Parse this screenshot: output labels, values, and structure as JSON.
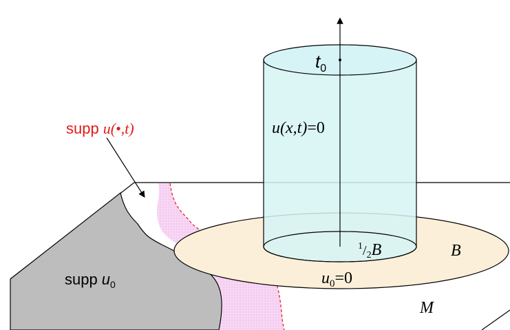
{
  "labels": {
    "t0_main": "t",
    "t0_sub": "0",
    "u_xt_func": "u",
    "u_xt_args": "(x,t)",
    "u_xt_eq": "=0",
    "supp_u_t_word": "supp",
    "supp_u_t_func": "u",
    "supp_u_t_args": "(•,t)",
    "supp_u0_word": "supp",
    "supp_u0_func": "u",
    "supp_u0_sub": "0",
    "u0_eq_func": "u",
    "u0_eq_sub": "0",
    "u0_eq_val": "=0",
    "half_num": "1",
    "half_den": "2",
    "half_B": "B",
    "B": "B",
    "M": "M"
  },
  "colors": {
    "cylinder_fill": "#d6f4f5",
    "ellipse_fill": "#fcefd9",
    "pink_fill": "#f7d3f3",
    "gray_fill": "#bdbdbd",
    "red": "#e31a1a"
  }
}
